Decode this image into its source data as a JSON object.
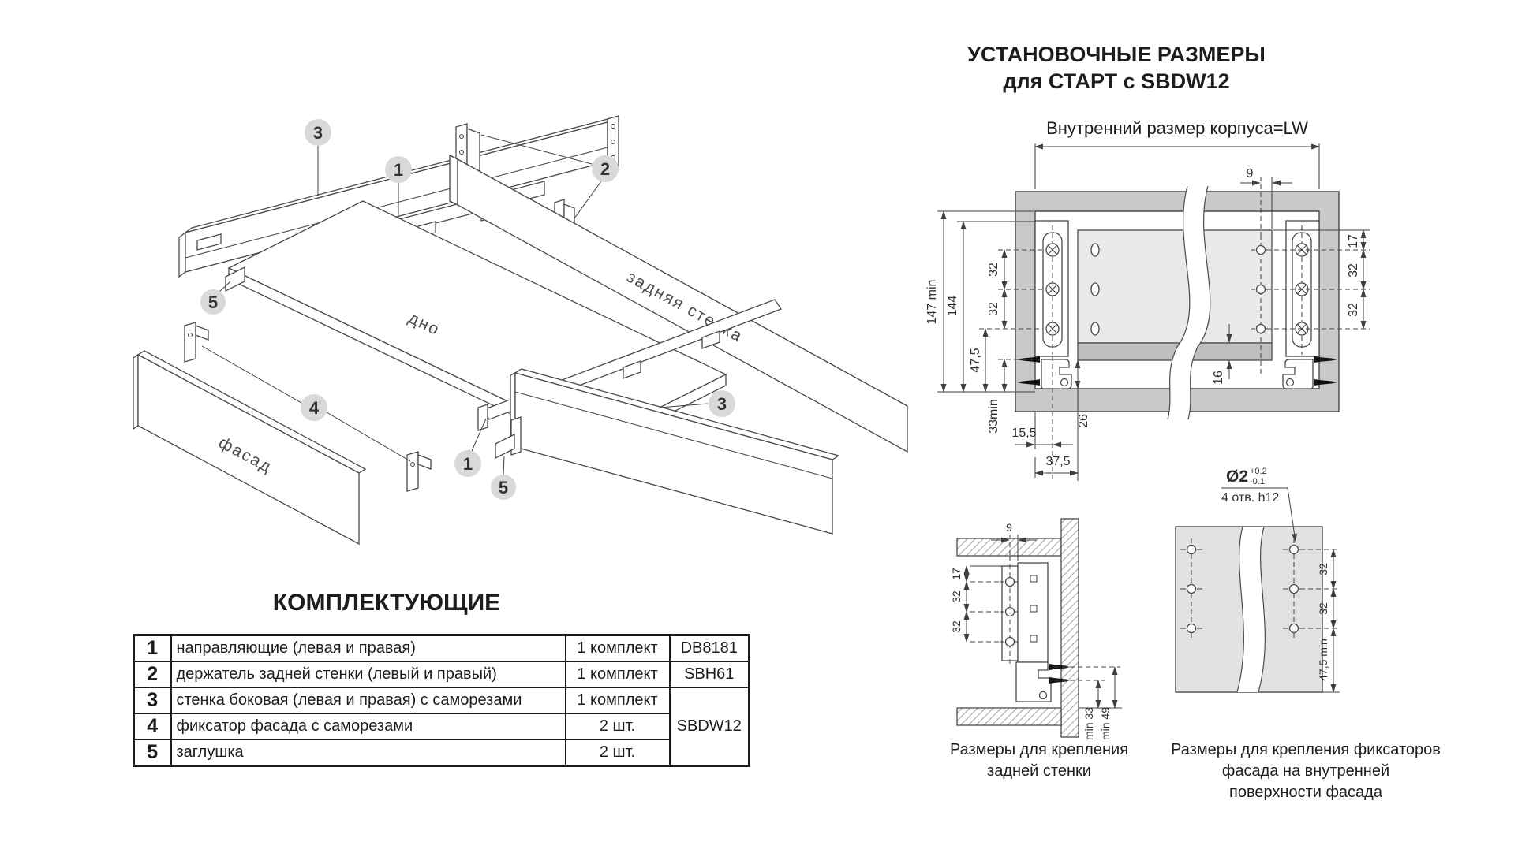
{
  "palette": {
    "corpus_gray": "#c9c9c9",
    "back_wall_gray": "#e9e9e9",
    "bottom_panel_gray": "#bfbfbf",
    "facade_panel_gray": "#e2e2e2",
    "callout_circle_gray": "#d9d9d9",
    "line_color": "#3f3f3f"
  },
  "title_right": {
    "line1": "УСТАНОВОЧНЫЕ РАЗМЕРЫ",
    "line2": "для СТАРТ с SBDW12"
  },
  "exploded": {
    "labels": {
      "back_wall": "задняя стенка",
      "bottom": "дно",
      "facade": "фасад"
    },
    "callouts": {
      "c1": "1",
      "c2": "2",
      "c3": "3",
      "c4": "4",
      "c5": "5"
    }
  },
  "components": {
    "title": "КОМПЛЕКТУЮЩИЕ",
    "rows": [
      {
        "num": "1",
        "name": "направляющие (левая и правая)",
        "qty": "1 комплект",
        "code": "DB8181"
      },
      {
        "num": "2",
        "name": "держатель задней стенки (левый и правый)",
        "qty": "1 комплект",
        "code": "SBH61"
      },
      {
        "num": "3",
        "name": "стенка боковая (левая и правая) с саморезами",
        "qty": "1 комплект",
        "code": "SBDW12"
      },
      {
        "num": "4",
        "name": "фиксатор фасада с саморезами",
        "qty": "2 шт.",
        "code": "SBDW12"
      },
      {
        "num": "5",
        "name": "заглушка",
        "qty": "2 шт.",
        "code": "SBDW12"
      }
    ]
  },
  "main_drawing": {
    "top_label": "Внутренний размер корпуса=LW",
    "dims": {
      "d147": "147 min",
      "d144": "144",
      "d32": "32",
      "d47_5": "47,5",
      "d33min": "33min",
      "d15_5": "15,5",
      "d37_5": "37,5",
      "d26": "26",
      "d16": "16",
      "d9": "9",
      "d17": "17"
    }
  },
  "detail_back": {
    "caption_line1": "Размеры для крепления",
    "caption_line2": "задней стенки",
    "dims": {
      "d9": "9",
      "d17": "17",
      "d32": "32",
      "min33": "min 33",
      "min49": "min 49"
    }
  },
  "detail_facade": {
    "caption_line1": "Размеры для крепления фиксаторов",
    "caption_line2": "фасада на внутренней",
    "caption_line3": "поверхности фасада",
    "hole_callout": {
      "dia": "Ø2",
      "tol_plus": "+0.2",
      "tol_minus": "-0.1",
      "note": "4 отв. h12"
    },
    "dims": {
      "d32": "32",
      "d47": "47,5 min"
    }
  }
}
